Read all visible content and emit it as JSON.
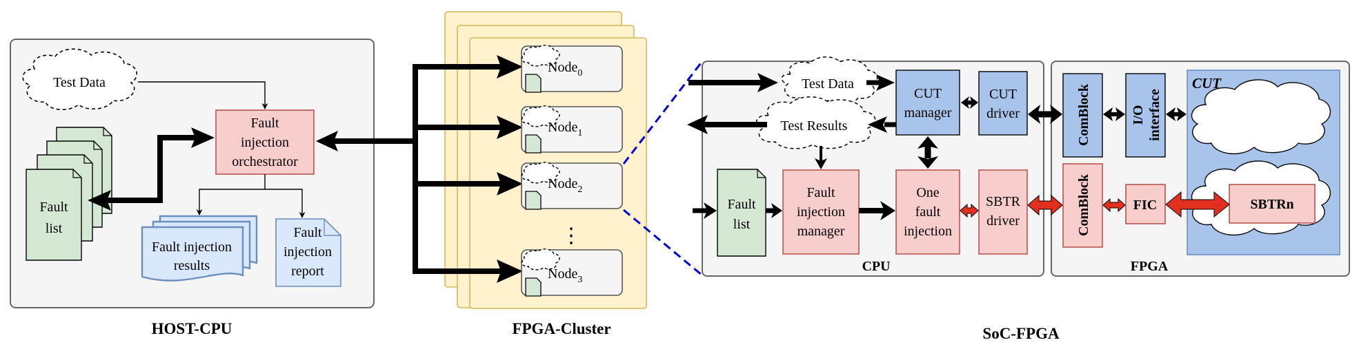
{
  "colors": {
    "panel_fill": "#f5f5f5",
    "panel_stroke": "#666666",
    "green_fill": "#d5e8d4",
    "green_stroke": "#82b366",
    "red_fill": "#f8cecc",
    "red_stroke": "#b85450",
    "blue_fill": "#dae8fc",
    "blue_stroke": "#6c8ebf",
    "dark_blue_fill": "#a9c4eb",
    "yellow_fill": "#fff2cc",
    "yellow_stroke": "#d6b656",
    "node_fill": "#f5f5f5",
    "red_arrow": "#e1301e",
    "dashed_blue": "#0000dd"
  },
  "host": {
    "title": "HOST-CPU",
    "test_data": "Test Data",
    "orchestrator": [
      "Fault",
      "injection",
      "orchestrator"
    ],
    "fault_list": [
      "Fault",
      "list"
    ],
    "results": [
      "Fault injection",
      "results"
    ],
    "report": [
      "Fault",
      "injection",
      "report"
    ]
  },
  "cluster": {
    "title": "FPGA-Cluster",
    "nodes": [
      {
        "label": "Node",
        "sub": "0"
      },
      {
        "label": "Node",
        "sub": "1"
      },
      {
        "label": "Node",
        "sub": "2"
      },
      {
        "label": "Node",
        "sub": "3"
      }
    ],
    "ellipsis": "⋮"
  },
  "soc": {
    "title": "SoC-FPGA",
    "cpu_label": "CPU",
    "fpga_label": "FPGA",
    "test_data": "Test Data",
    "test_results": "Test Results",
    "cut_manager": [
      "CUT",
      "manager"
    ],
    "cut_driver": [
      "CUT",
      "driver"
    ],
    "fault_list": [
      "Fault",
      "list"
    ],
    "fault_manager": [
      "Fault",
      "injection",
      "manager"
    ],
    "one_fault": [
      "One",
      "fault",
      "injection"
    ],
    "sbtr_driver": [
      "SBTR",
      "driver"
    ],
    "comblock_top": "ComBlock",
    "comblock_bottom": "ComBlock",
    "io_interface": [
      "I/O",
      "interface"
    ],
    "cut_title": "CUT",
    "fic": "FIC",
    "sbtrn": "SBTRn"
  }
}
